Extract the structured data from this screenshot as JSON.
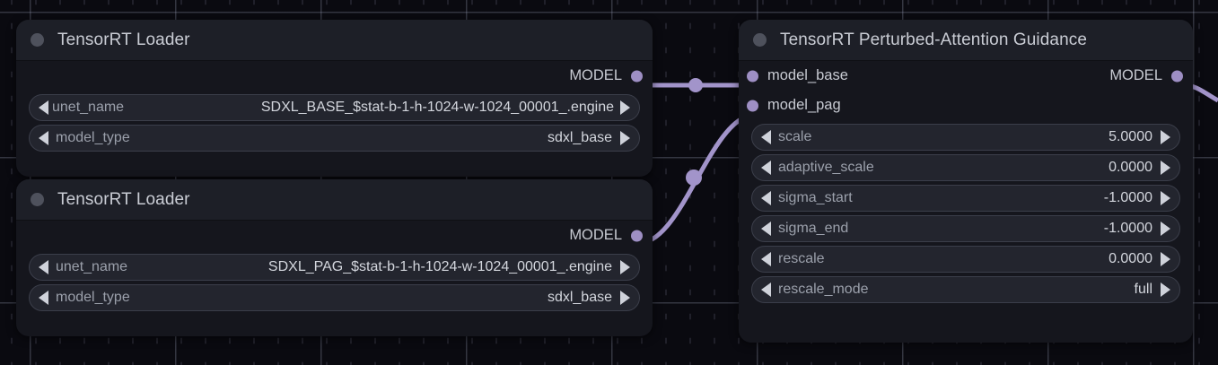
{
  "app": {
    "name": "node-graph-editor",
    "background_color": "#0a0a10",
    "link_color": "#a294ca",
    "node_bg_color": "#15161d",
    "node_header_color": "#1d1f27"
  },
  "nodes": [
    {
      "id": "tensorrt-loader-base",
      "title": "TensorRT Loader",
      "outputs": [
        {
          "label": "MODEL",
          "type": "MODEL"
        }
      ],
      "inputs": [],
      "widgets": [
        {
          "name": "unet_name",
          "value": "SDXL_BASE_$stat-b-1-h-1024-w-1024_00001_.engine"
        },
        {
          "name": "model_type",
          "value": "sdxl_base"
        }
      ]
    },
    {
      "id": "tensorrt-loader-pag",
      "title": "TensorRT Loader",
      "outputs": [
        {
          "label": "MODEL",
          "type": "MODEL"
        }
      ],
      "inputs": [],
      "widgets": [
        {
          "name": "unet_name",
          "value": "SDXL_PAG_$stat-b-1-h-1024-w-1024_00001_.engine"
        },
        {
          "name": "model_type",
          "value": "sdxl_base"
        }
      ]
    },
    {
      "id": "tensorrt-perturbed-attention-guidance",
      "title": "TensorRT Perturbed-Attention Guidance",
      "inputs": [
        {
          "label": "model_base",
          "type": "MODEL"
        },
        {
          "label": "model_pag",
          "type": "MODEL"
        }
      ],
      "outputs": [
        {
          "label": "MODEL",
          "type": "MODEL"
        }
      ],
      "widgets": [
        {
          "name": "scale",
          "value": "5.0000"
        },
        {
          "name": "adaptive_scale",
          "value": "0.0000"
        },
        {
          "name": "sigma_start",
          "value": "-1.0000"
        },
        {
          "name": "sigma_end",
          "value": "-1.0000"
        },
        {
          "name": "rescale",
          "value": "0.0000"
        },
        {
          "name": "rescale_mode",
          "value": "full"
        }
      ]
    }
  ]
}
